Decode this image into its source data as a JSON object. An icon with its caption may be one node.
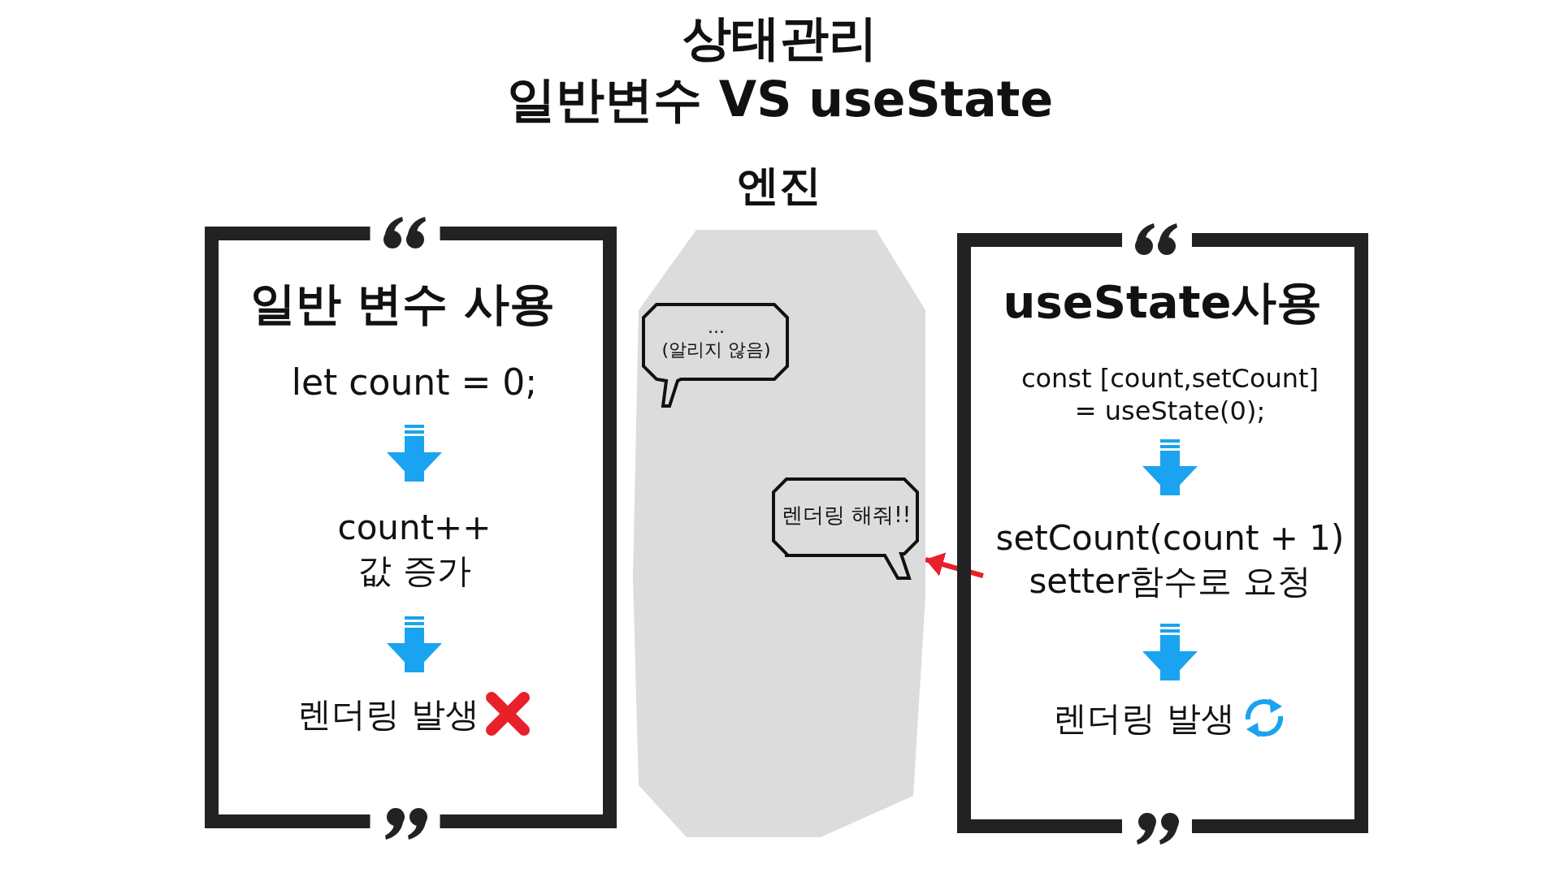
{
  "diagram": {
    "title": "상태관리 일반변수 VS useState",
    "nodes": [
      {
        "text": [
          "일반 변수 사용"
        ]
      },
      {
        "text": [
          "let count = 0;"
        ],
        "in": 0
      },
      {
        "text": [
          "count++ 값 증가"
        ],
        "in": 0
      },
      {
        "text": [
          "렌더링 발생"
        ],
        "in": 0
      },
      {
        "text": [
          "엔진"
        ]
      },
      {
        "text": [
          "... (알리지 않음)"
        ],
        "in": 4
      },
      {
        "text": [
          "렌더링 해줘!!"
        ],
        "in": 4
      },
      {
        "text": [
          "useState사용"
        ]
      },
      {
        "text": [
          "const [count,setCount] = useState(0);"
        ],
        "in": 7
      },
      {
        "text": [
          "setCount(count + 1) setter함수로 요청"
        ],
        "in": 7
      },
      {
        "text": [
          "렌더링 발생"
        ],
        "in": 7
      }
    ],
    "edges": [
      {
        "from": 1,
        "to": 2,
        "arrow": "to"
      },
      {
        "from": 2,
        "to": 3,
        "arrow": "to"
      },
      {
        "from": 8,
        "to": 9,
        "arrow": "to"
      },
      {
        "from": 9,
        "to": 10,
        "arrow": "to"
      },
      {
        "from": 9,
        "to": 4,
        "arrow": "to",
        "color": "#e8202a"
      }
    ]
  }
}
